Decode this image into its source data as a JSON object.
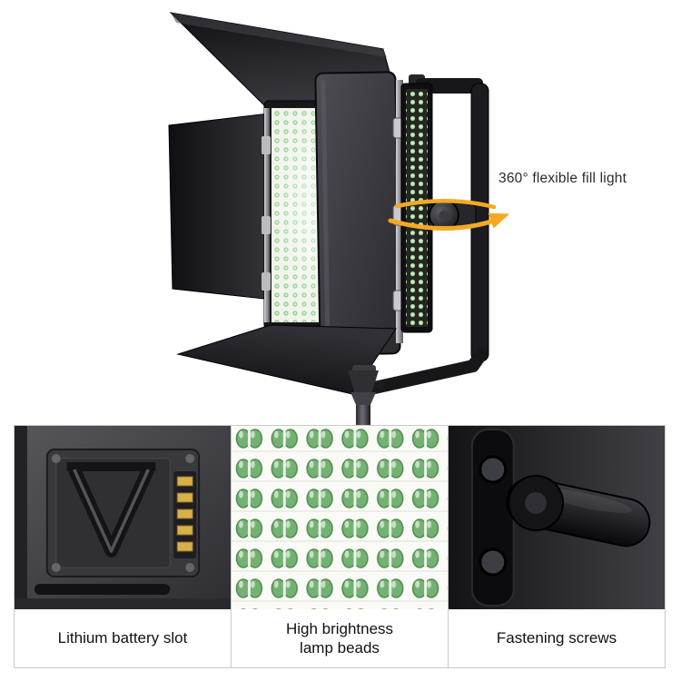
{
  "product_diagram": {
    "annotation_360": "360° flexible fill light"
  },
  "feature_panels": {
    "battery": {
      "caption": "Lithium battery slot"
    },
    "lamp_beads": {
      "caption_line1": "High brightness",
      "caption_line2": "lamp beads"
    },
    "screws": {
      "caption": "Fastening screws"
    }
  },
  "colors": {
    "accent_arrow": "#F7A823",
    "caption_text": "#111111",
    "annotation_text": "#2b2b2b",
    "panel_border": "#c9c9c9"
  }
}
